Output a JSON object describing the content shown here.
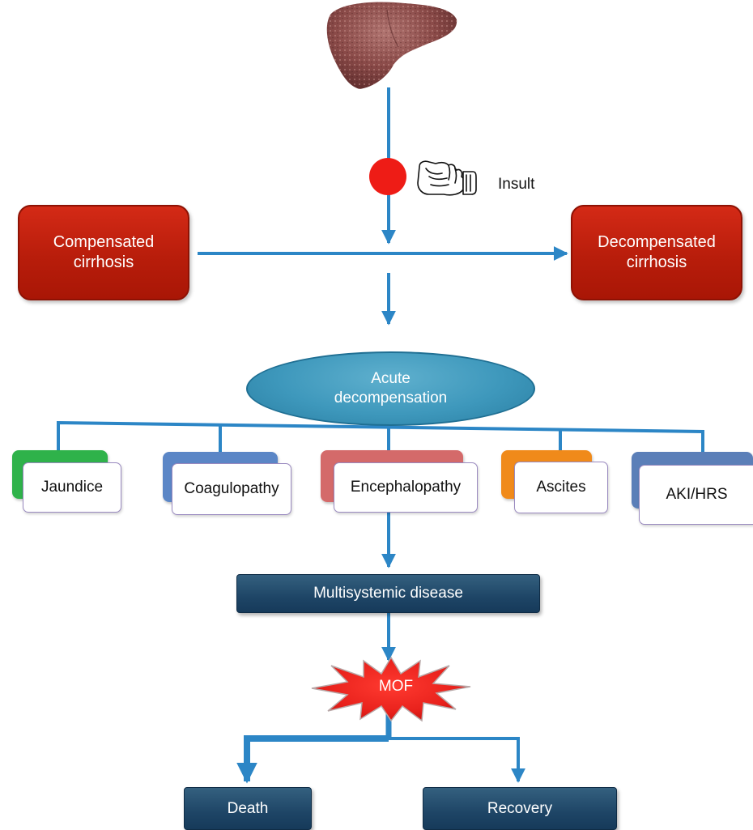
{
  "colors": {
    "arrow": "#2c86c6",
    "insult_dot": "#ee1c16",
    "red_box": "#c0220f",
    "ellipse": "#3e98bc",
    "navy_box": "#1e4566",
    "burst": "#e8211c"
  },
  "icons": {
    "liver": "liver-icon",
    "fist": "fist-icon"
  },
  "insult": {
    "label": "Insult"
  },
  "compensated": {
    "label": "Compensated\ncirrhosis"
  },
  "decompensated": {
    "label": "Decompensated\ncirrhosis"
  },
  "acute": {
    "label": "Acute\ndecompensation"
  },
  "manifestations": [
    {
      "label": "Jaundice",
      "color": "#2fb24a"
    },
    {
      "label": "Coagulopathy",
      "color": "#5b86c6"
    },
    {
      "label": "Encephalopathy",
      "color": "#d46a6a"
    },
    {
      "label": "Ascites",
      "color": "#f08a1a"
    },
    {
      "label": "AKI/HRS",
      "color": "#5b7fb8"
    }
  ],
  "multisystemic": {
    "label": "Multisystemic disease"
  },
  "mof": {
    "label": "MOF"
  },
  "outcomes": {
    "death": {
      "label": "Death"
    },
    "recovery": {
      "label": "Recovery"
    }
  }
}
